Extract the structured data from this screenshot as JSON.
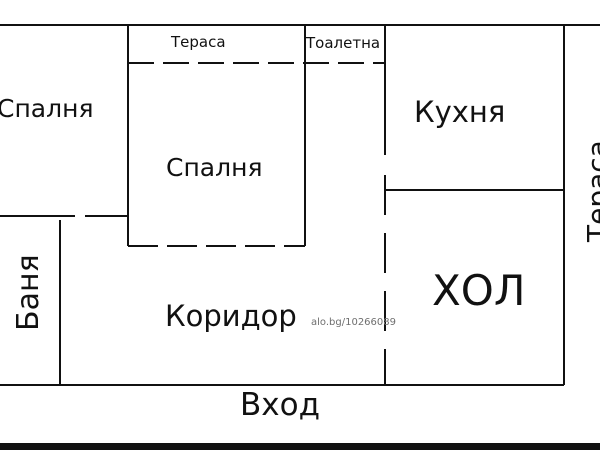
{
  "rooms": {
    "bedroom_left": "Спалня",
    "bedroom_middle": "Спалня",
    "terrace_top": "Тераса",
    "toilet": "Тоалетна",
    "kitchen": "Кухня",
    "hall": "ХОЛ",
    "corridor": "Коридор",
    "bath": "Баня",
    "terrace_right": "Тераса",
    "entrance": "Вход"
  },
  "watermark": "alo.bg/10266089",
  "colors": {
    "background": "#ffffff",
    "wall": "#111111",
    "watermark": "#6f6f6f"
  }
}
